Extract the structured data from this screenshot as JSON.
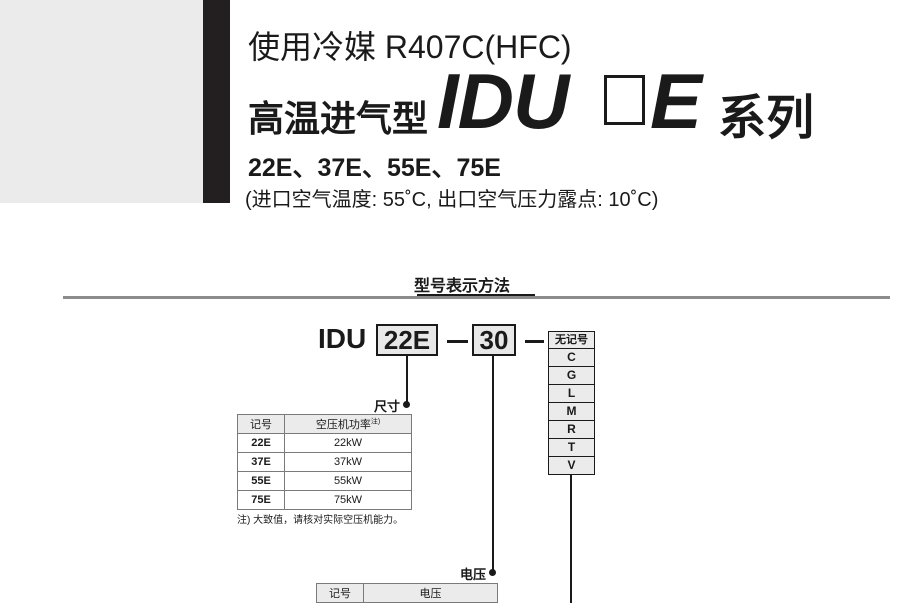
{
  "header": {
    "subtitle": "使用冷媒 R407C(HFC)",
    "title_prefix": "高温进气型",
    "series_a": "IDU",
    "series_b": "E",
    "series_suffix": "系列",
    "models": "22E、37E、55E、75E",
    "condition": "(进口空气温度: 55˚C, 出口空气压力露点: 10˚C)"
  },
  "section": {
    "title": "型号表示方法"
  },
  "model_code": {
    "prefix": "IDU",
    "size": "22E",
    "voltage": "30",
    "options": [
      "无记号",
      "C",
      "G",
      "L",
      "M",
      "R",
      "T",
      "V"
    ]
  },
  "size_table": {
    "label": "尺寸",
    "headers": [
      "记号",
      "空压机功率"
    ],
    "header_note": "注)",
    "rows": [
      {
        "code": "22E",
        "value": "22kW"
      },
      {
        "code": "37E",
        "value": "37kW"
      },
      {
        "code": "55E",
        "value": "55kW"
      },
      {
        "code": "75E",
        "value": "75kW"
      }
    ],
    "note": "注) 大致值，请核对实际空压机能力。"
  },
  "voltage_table": {
    "label": "电压",
    "headers": [
      "记号",
      "电压"
    ]
  }
}
